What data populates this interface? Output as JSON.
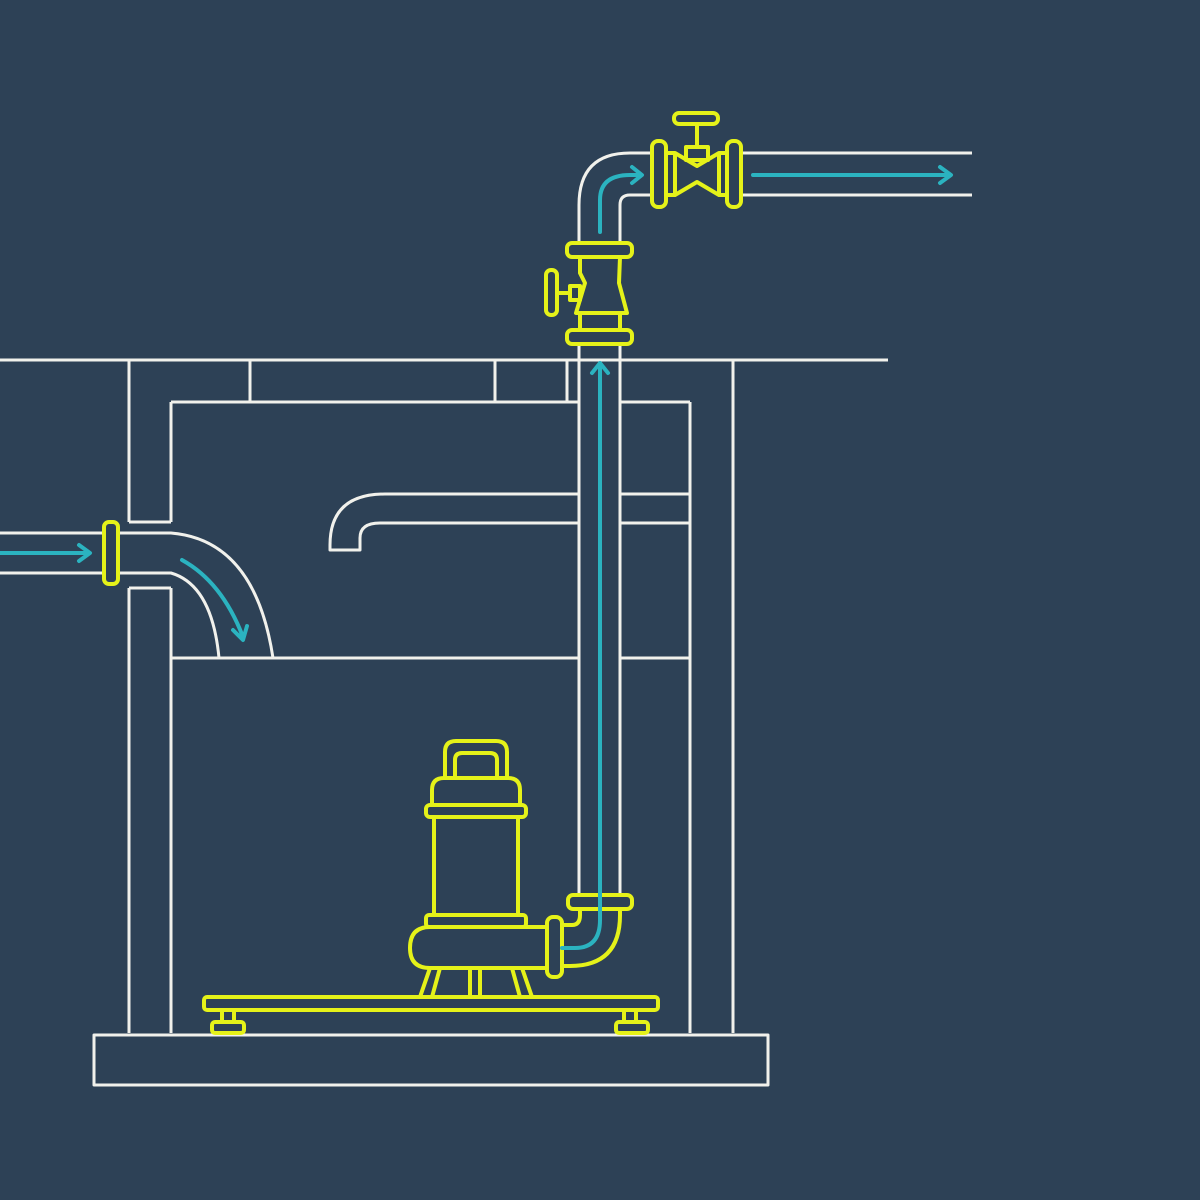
{
  "colors": {
    "background": "#2d4156",
    "structure": "#f1f1ec",
    "equipment": "#e5f219",
    "flow": "#2bb3c0"
  },
  "elements": {
    "sump_pit": "structure",
    "inlet_pipe": "structure",
    "overflow_spout": "structure",
    "discharge_riser": "structure",
    "submersible_pump": "equipment",
    "check_valve": "equipment",
    "gate_valve": "equipment",
    "flow_arrows": "flow"
  }
}
